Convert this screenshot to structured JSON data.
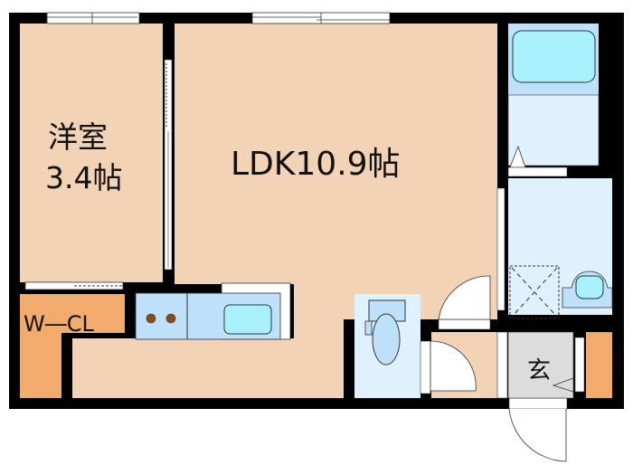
{
  "floor_plan": {
    "rooms": {
      "western_room": {
        "name": "洋室",
        "size": "3.4帖"
      },
      "ldk": {
        "label": "LDK10.9帖"
      },
      "walk_in_closet": {
        "label": "W―CL"
      },
      "entrance": {
        "label": "玄"
      }
    },
    "colors": {
      "wall": "#000000",
      "room_floor": "#f2d3b6",
      "closet_floor": "#f0ab6d",
      "wet_area": "#dff1fd",
      "fixture": "#bfe0fb",
      "fixture_basin": "#a9f0fd",
      "entrance_floor": "#dcdcdc",
      "stove_burner": "#8a4a12"
    }
  }
}
